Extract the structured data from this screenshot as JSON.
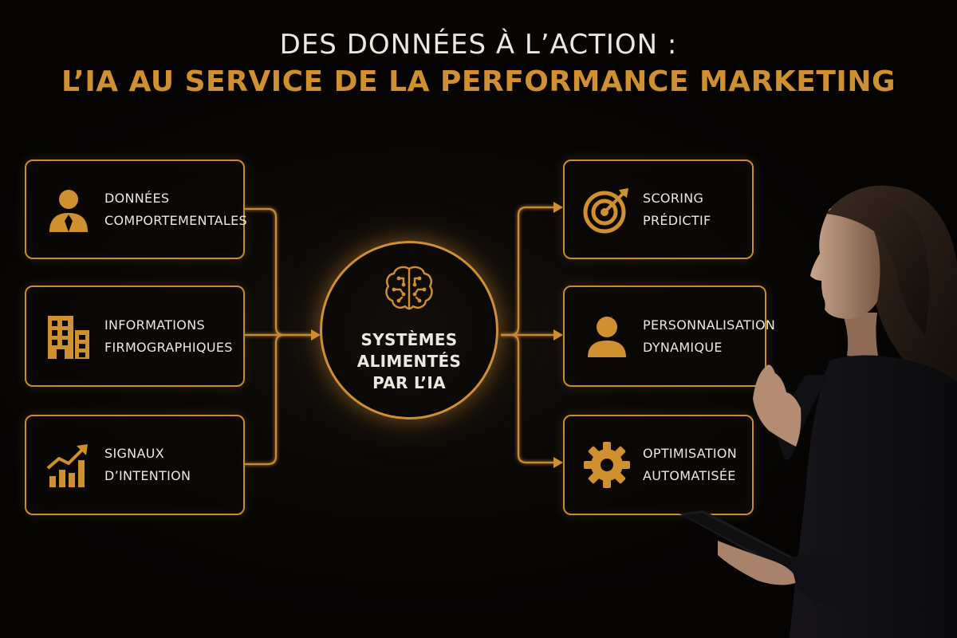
{
  "title": {
    "line1": "DES DONNÉES À L’ACTION :",
    "line2": "L’IA AU SERVICE DE LA PERFORMANCE MARKETING"
  },
  "inputs": [
    {
      "line1": "DONNÉES",
      "line2": "COMPORTEMENTALES",
      "icon": "person-icon"
    },
    {
      "line1": "INFORMATIONS",
      "line2": "FIRMOGRAPHIQUES",
      "icon": "buildings-icon"
    },
    {
      "line1": "SIGNAUX",
      "line2": "D’INTENTION",
      "icon": "growth-chart-icon"
    }
  ],
  "hub": {
    "line1": "SYSTÈMES",
    "line2": "ALIMENTÉS",
    "line3": "PAR L’IA",
    "icon": "brain-circuit-icon"
  },
  "outputs": [
    {
      "line1": "SCORING",
      "line2": "PRÉDICTIF",
      "icon": "target-icon"
    },
    {
      "line1": "PERSONNALISATION",
      "line2": "DYNAMIQUE",
      "icon": "user-icon"
    },
    {
      "line1": "OPTIMISATION",
      "line2": "AUTOMATISÉE",
      "icon": "gear-icon"
    }
  ],
  "colors": {
    "accent": "#d1902f",
    "text": "#ece7df",
    "background": "#060504"
  }
}
